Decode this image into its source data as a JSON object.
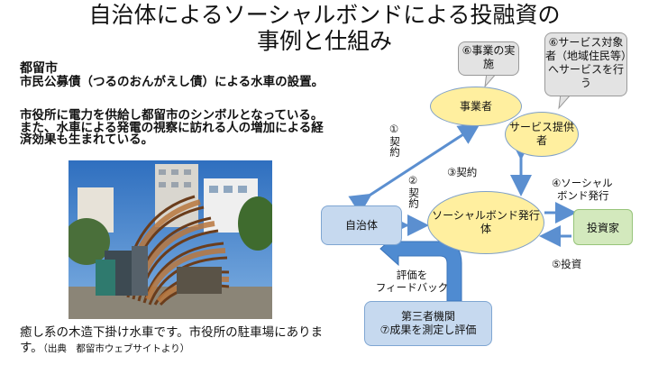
{
  "title": {
    "line1": "自治体によるソーシャルボンドによる投融資の",
    "line2": "事例と仕組み"
  },
  "case": {
    "name": "都留市",
    "paragraph1": "市民公募債（つるのおんがえし債）による水車の設置。",
    "paragraph2": "市役所に電力を供給し都留市のシンボルとなっている。また、水車による発電の視察に訪れる人の増加による経済効果も生まれている。",
    "caption": "癒し系の木造下掛け水車です。市役所の駐車場にあります。",
    "caption_source": "（出典　都留市ウェブサイトより）"
  },
  "diagram": {
    "callout_implementation": "⑥事業の実施",
    "callout_service": "⑥サービス対象者（地域住民等）へサービスを行う",
    "business_operator": "事業者",
    "service_provider": "サービス提供者",
    "municipality": "自治体",
    "bond_issuer": "ソーシャルボンド発行体",
    "investor": "投資家",
    "third_party": "第三者機関\n⑦成果を測定し評価",
    "third_party_line1": "第三者機関",
    "third_party_line2": "⑦成果を測定し評価",
    "step1": "①契約",
    "step1_num": "①",
    "step1_text": "契約",
    "step2": "②契約",
    "step2_num": "②",
    "step2_text": "契約",
    "step3": "③契約",
    "step4": "④ソーシャルボンド発行",
    "step4_line1": "④ソーシャル",
    "step4_line2": "ボンド発行",
    "step5": "⑤投資",
    "feedback_line1": "評価を",
    "feedback_line2": "フィードバック"
  },
  "colors": {
    "ellipse_fill": "#ffef9f",
    "box_fill": "#c6d9ef",
    "investor_fill": "#d3e9bd",
    "arrow": "#5b8fd0",
    "callout_fill": "#e3e3e3"
  }
}
